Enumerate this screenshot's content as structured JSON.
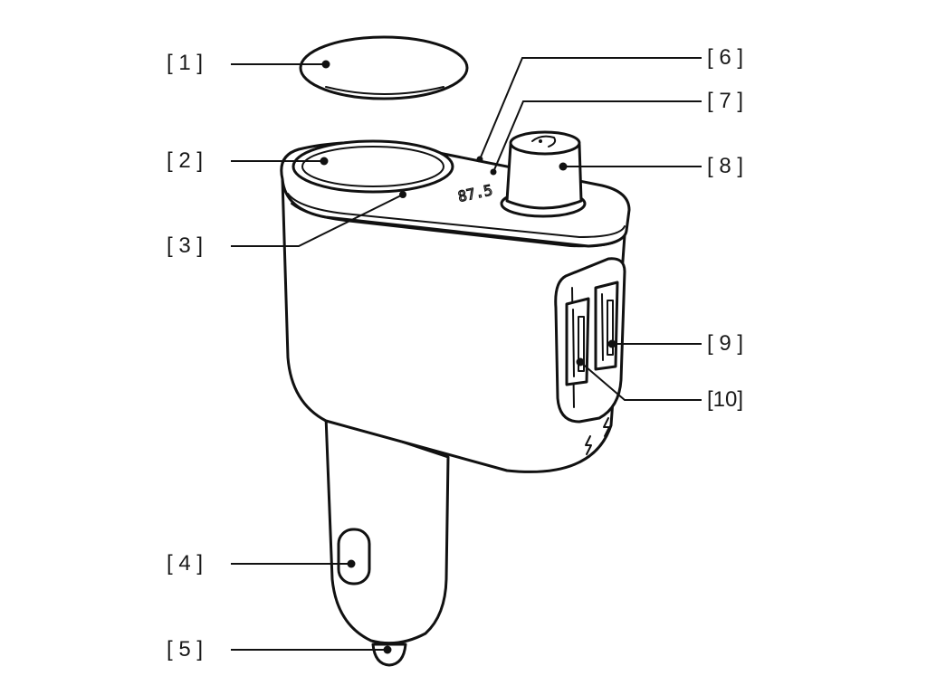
{
  "diagram": {
    "callouts": [
      {
        "id": "1",
        "label": "[ 1 ]"
      },
      {
        "id": "2",
        "label": "[ 2 ]"
      },
      {
        "id": "3",
        "label": "[ 3 ]"
      },
      {
        "id": "4",
        "label": "[ 4 ]"
      },
      {
        "id": "5",
        "label": "[ 5 ]"
      },
      {
        "id": "6",
        "label": "[ 6 ]"
      },
      {
        "id": "7",
        "label": "[ 7 ]"
      },
      {
        "id": "8",
        "label": "[ 8 ]"
      },
      {
        "id": "9",
        "label": "[ 9 ]"
      },
      {
        "id": "10",
        "label": "[10]"
      }
    ],
    "display_text": "87.5",
    "knob_symbol": "phone-icon",
    "usb_port_symbol": "lightning-icon",
    "colors": {
      "line": "#111111",
      "background": "#ffffff"
    }
  }
}
